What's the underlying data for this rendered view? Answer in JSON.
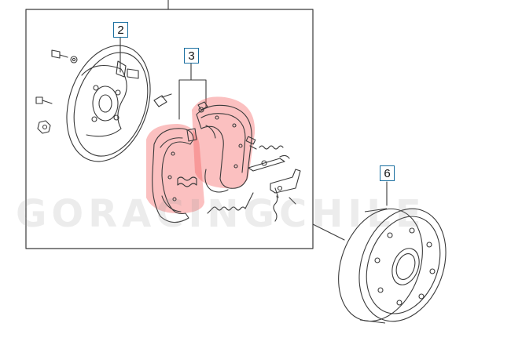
{
  "diagram": {
    "callouts": [
      {
        "id": "callout-2",
        "label": "2"
      },
      {
        "id": "callout-3",
        "label": "3"
      },
      {
        "id": "callout-6",
        "label": "6"
      }
    ],
    "watermark": "GORACINGCHILE",
    "colors": {
      "line": "#3a3a3a",
      "callout_border": "#1a6fa0",
      "highlight": "#f45a5a"
    }
  }
}
